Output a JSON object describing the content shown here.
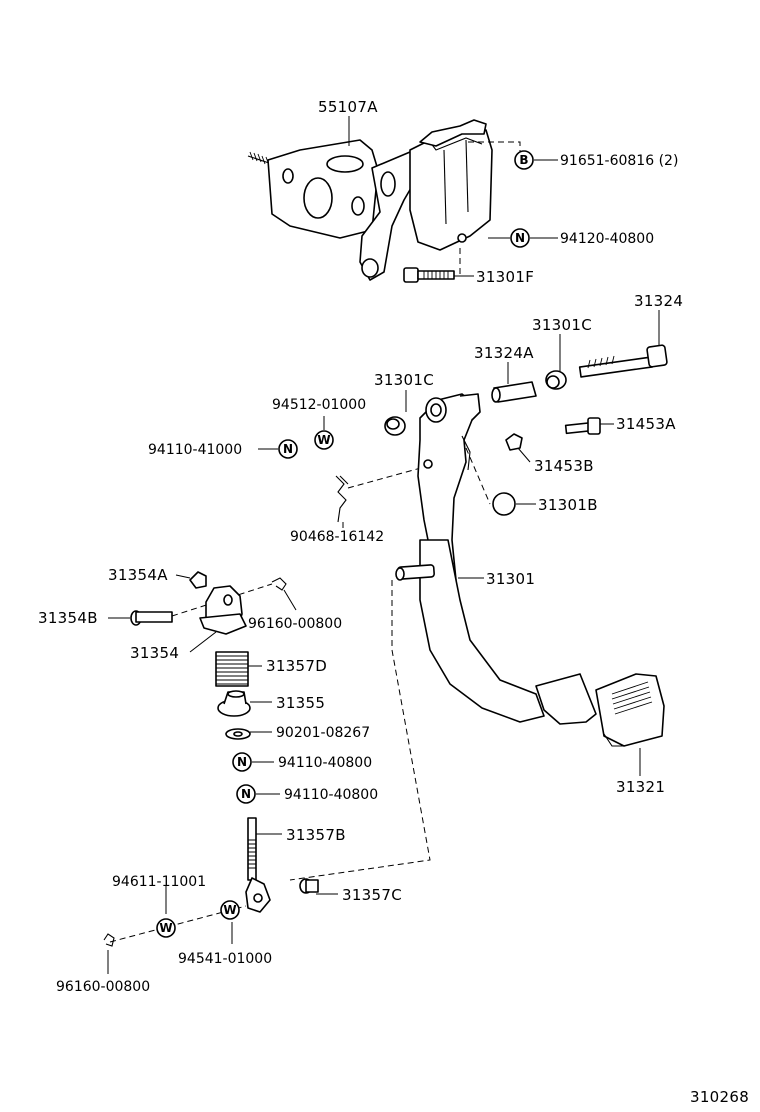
{
  "parts": {
    "p55107A": "55107A",
    "p91651": "91651-60816 (2)",
    "p94120": "94120-40800",
    "p31301F": "31301F",
    "p31324": "31324",
    "p31301C_r": "31301C",
    "p31324A": "31324A",
    "p31301C_l": "31301C",
    "p94512": "94512-01000",
    "p31453A": "31453A",
    "p94110_41000": "94110-41000",
    "p31453B": "31453B",
    "p31301B": "31301B",
    "p90468": "90468-16142",
    "p31301": "31301",
    "p31354A": "31354A",
    "p31354B": "31354B",
    "p96160_a": "96160-00800",
    "p31354": "31354",
    "p31357D": "31357D",
    "p31355": "31355",
    "p90201": "90201-08267",
    "p94110_40800_a": "94110-40800",
    "p94110_40800_b": "94110-40800",
    "p31357B": "31357B",
    "p94611": "94611-11001",
    "p31357C": "31357C",
    "p94541": "94541-01000",
    "p96160_b": "96160-00800",
    "p31321": "31321"
  },
  "markers": {
    "B": "B",
    "N": "N",
    "W": "W"
  },
  "footer": {
    "code": "310268"
  }
}
